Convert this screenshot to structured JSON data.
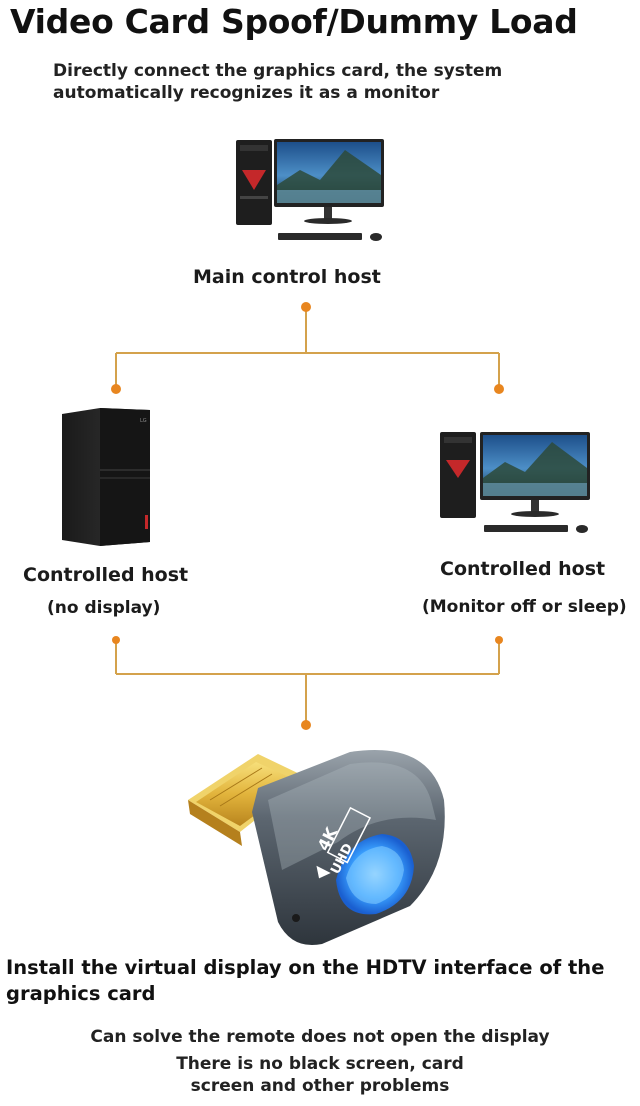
{
  "title": "Video Card Spoof/Dummy Load",
  "subtitle_lines": [
    "Directly connect the graphics card, the system",
    "automatically recognizes it as a monitor"
  ],
  "main_host": {
    "label": "Main control host"
  },
  "controlled_left": {
    "label": "Controlled host",
    "sublabel": "(no display)"
  },
  "controlled_right": {
    "label": "Controlled host",
    "sublabel": "(Monitor off or sleep)"
  },
  "adapter": {
    "badge_top": "4K",
    "badge_bottom": "UHD"
  },
  "install_lines": [
    "Install the virtual display on the HDTV interface of the",
    "graphics card"
  ],
  "notes": [
    "Can solve the remote does not open the display",
    "There is no black screen, card",
    "screen and other problems"
  ],
  "colors": {
    "connector": "#d4a24c",
    "dot": "#e8861f",
    "screen_blue": "#2a6fb0",
    "led_blue": "#3aa0ff",
    "gold": "#e8c24a"
  },
  "icons": [
    "desktop-pc-icon",
    "tower-pc-icon",
    "hdmi-dummy-plug-icon"
  ]
}
